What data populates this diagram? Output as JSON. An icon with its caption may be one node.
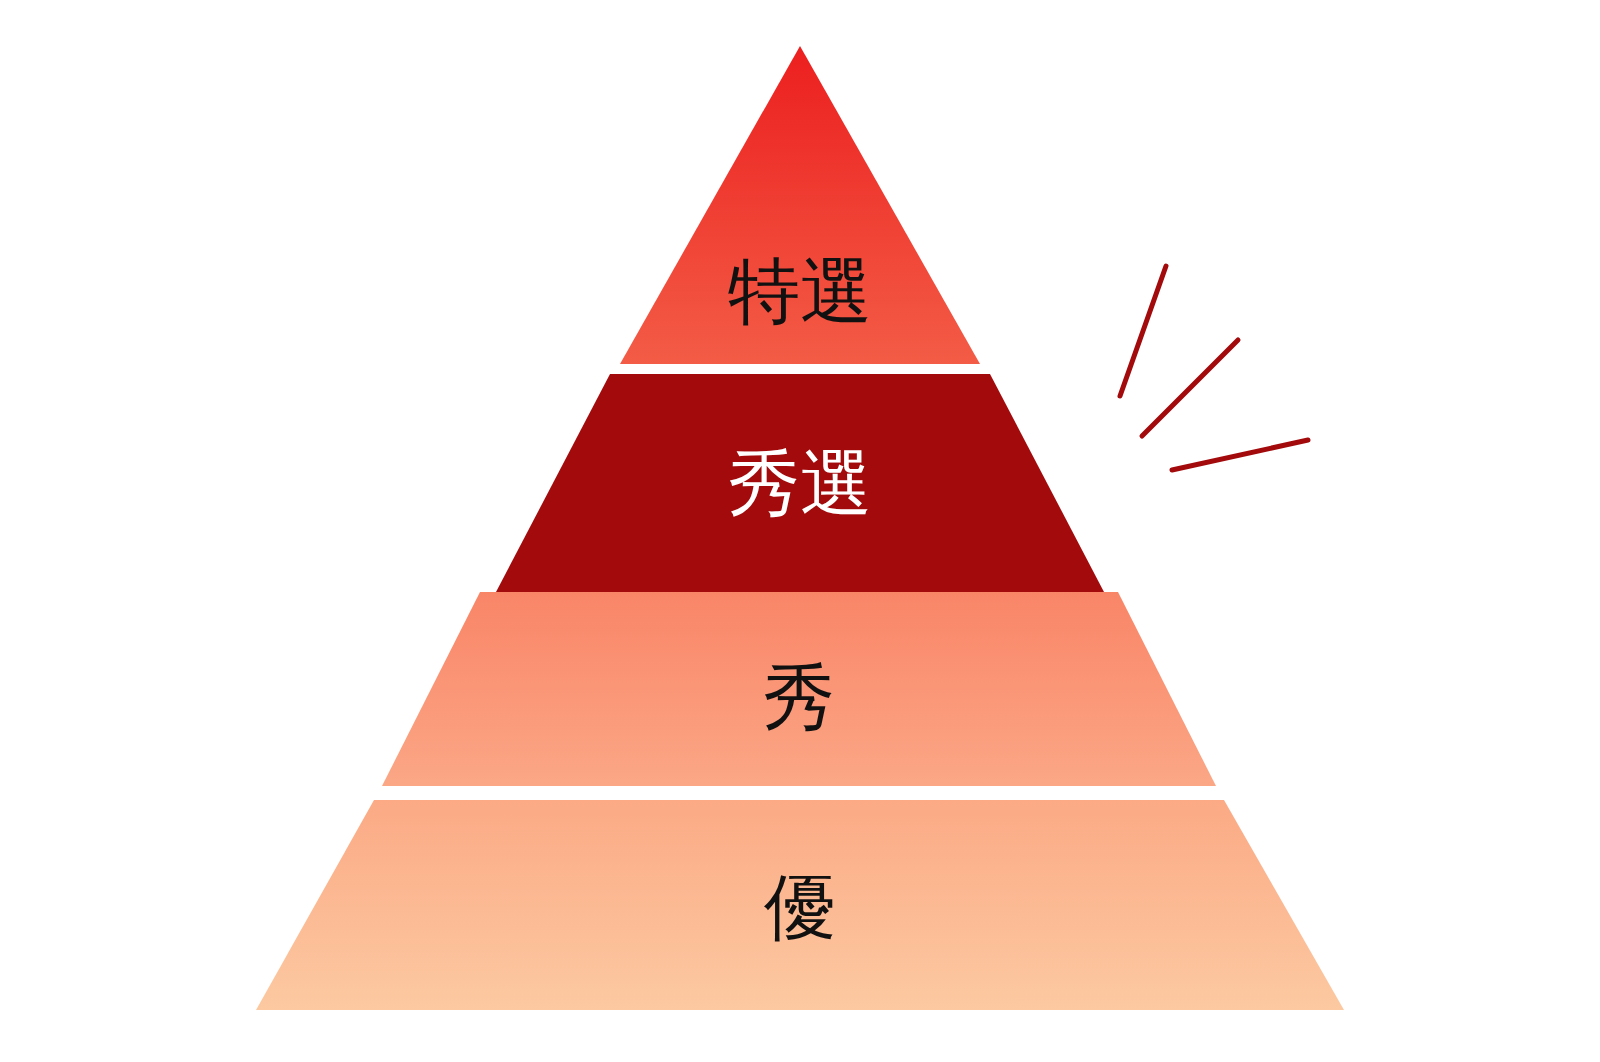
{
  "diagram": {
    "nodes": [
      {
        "text": [
          "特選"
        ]
      },
      {
        "text": [
          "秀選"
        ]
      },
      {
        "text": [
          "秀"
        ]
      },
      {
        "text": [
          "優"
        ]
      }
    ]
  }
}
